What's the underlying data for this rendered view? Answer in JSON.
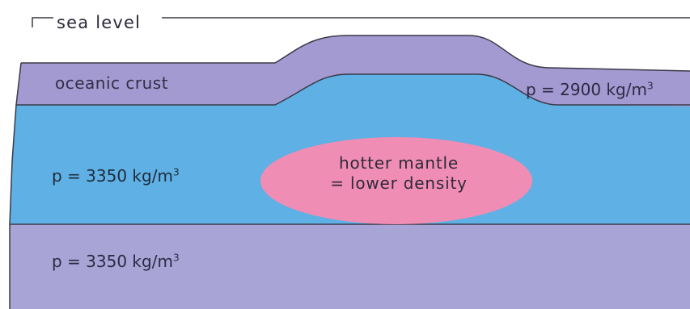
{
  "labels": {
    "sea_level": "sea level",
    "oceanic_crust": "oceanic crust",
    "crust_density": "p = 2900 kg/m",
    "crust_density_exp": "3",
    "mantle_density": "p = 3350 kg/m",
    "mantle_density_exp": "3",
    "hot_mantle_line1": "hotter mantle",
    "hot_mantle_line2": "= lower density",
    "lower_density": "p = 3350 kg/m",
    "lower_density_exp": "3"
  },
  "colors": {
    "crust": "#a39ad1",
    "mantle": "#5fb0e4",
    "lower_mantle": "#a8a4d6",
    "hot_blob": "#f08db4",
    "outline": "#3a3a48"
  }
}
